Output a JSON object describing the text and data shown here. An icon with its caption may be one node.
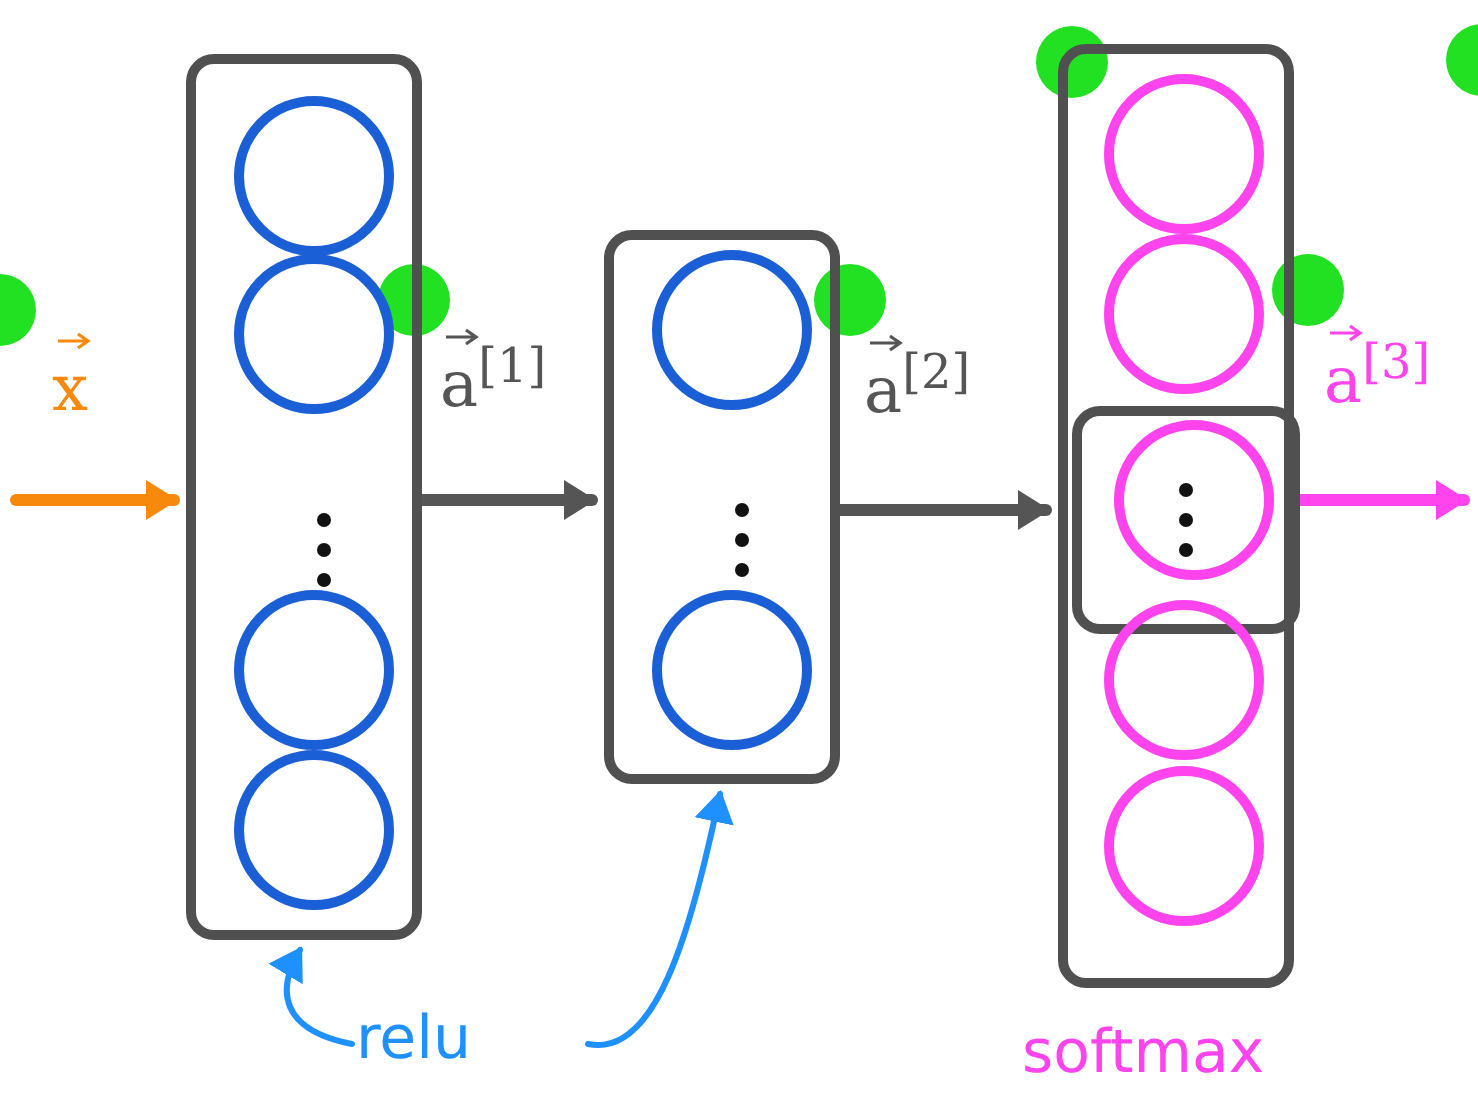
{
  "diagram": {
    "nodes": [
      {
        "text": [],
        "shape": "box"
      },
      {
        "text": [],
        "shape": "circle",
        "in": 0
      },
      {
        "text": [],
        "shape": "circle",
        "in": 0
      },
      {
        "text": [],
        "shape": "circle",
        "in": 0
      },
      {
        "text": [],
        "shape": "circle",
        "in": 0
      },
      {
        "text": [],
        "shape": "box"
      },
      {
        "text": [],
        "shape": "circle",
        "in": 5
      },
      {
        "text": [],
        "shape": "circle",
        "in": 5
      },
      {
        "text": [],
        "shape": "box",
        "beside": [
          "softmax"
        ]
      },
      {
        "text": [],
        "shape": "circle",
        "in": 8
      },
      {
        "text": [],
        "shape": "circle",
        "in": 8
      },
      {
        "text": [],
        "shape": "box",
        "in": 8
      },
      {
        "text": [],
        "shape": "circle",
        "in": 11
      },
      {
        "text": [],
        "shape": "circle",
        "in": 8
      },
      {
        "text": [],
        "shape": "circle",
        "in": 8
      },
      {
        "text": [
          "relu"
        ]
      }
    ],
    "edges": [
      {
        "from": null,
        "to": 0,
        "arrow": "to",
        "label": "x",
        "color": "#f7890c"
      },
      {
        "from": 0,
        "to": 5,
        "arrow": "to",
        "label": "a$^{[1]}$"
      },
      {
        "from": 5,
        "to": 8,
        "arrow": "to",
        "label": "a$^{[2]}$"
      },
      {
        "from": 8,
        "to": null,
        "arrow": "to",
        "label": "a$^{[3]}$",
        "color": "#ff44ee"
      },
      {
        "from": 15,
        "to": 0,
        "arrow": "to",
        "color": "#1e90ff"
      },
      {
        "from": 15,
        "to": 5,
        "arrow": "to",
        "color": "#1e90ff"
      }
    ]
  }
}
